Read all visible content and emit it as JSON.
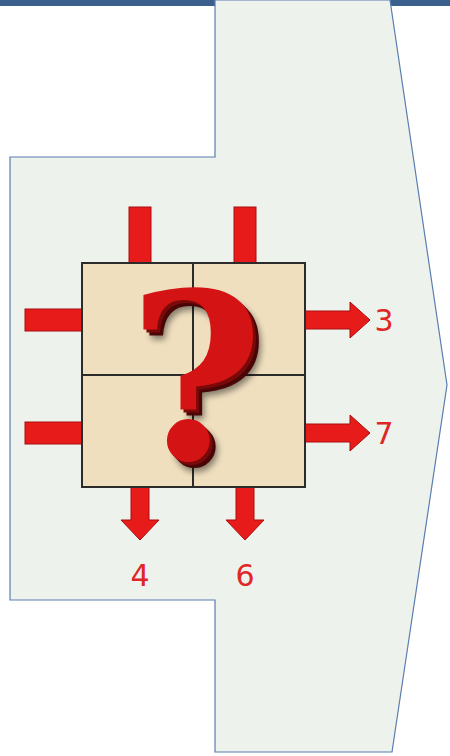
{
  "diagram": {
    "labels": [
      "3",
      "?",
      "7",
      "4",
      "6"
    ]
  }
}
